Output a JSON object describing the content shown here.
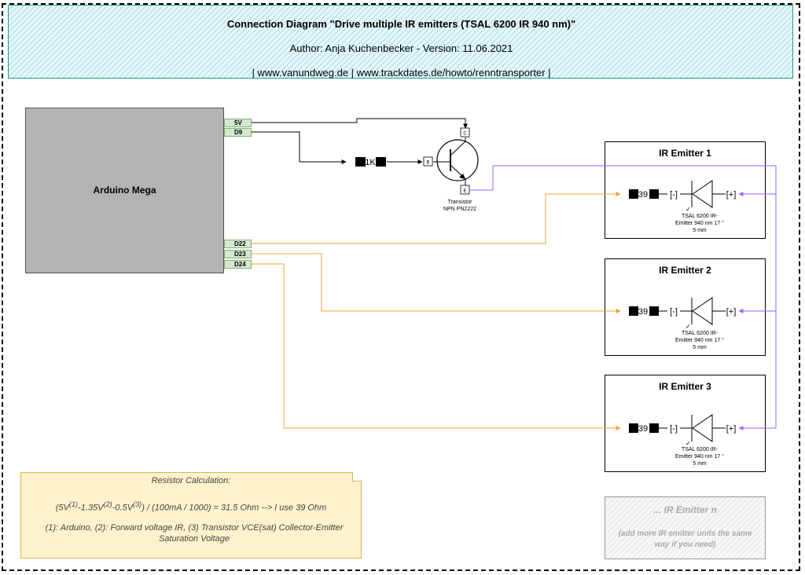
{
  "header": {
    "title": "Connection Diagram \"Drive multiple IR emitters (TSAL 6200 IR 940 nm)\"",
    "author": "Author: Anja Kuchenbecker - Version: 11.06.2021",
    "links": "| www.vanundweg.de | www.trackdates.de/howto/renntransporter |"
  },
  "arduino": {
    "label": "Arduino Mega",
    "pins": {
      "p5v": "5V",
      "d9": "D9",
      "d22": "D22",
      "d23": "D23",
      "d24": "D24"
    }
  },
  "transistor": {
    "collector": "C",
    "base": "B",
    "emitter": "E",
    "caption": [
      "Transistor",
      "NPN PN2222"
    ]
  },
  "base_resistor": {
    "label": "1K"
  },
  "emitters": [
    {
      "title": "IR Emitter 1",
      "resistor": "39",
      "minus": "[-]",
      "plus": "[+]",
      "caption": [
        "TSAL 6200 IR-",
        "Emitter 940 nm 17 °",
        "5 mm"
      ]
    },
    {
      "title": "IR Emitter 2",
      "resistor": "39",
      "minus": "[-]",
      "plus": "[+]",
      "caption": [
        "TSAL 6200 IR-",
        "Emitter 940 nm 17 °",
        "5 mm"
      ]
    },
    {
      "title": "IR Emitter 3",
      "resistor": "39",
      "minus": "[-]",
      "plus": "[+]",
      "caption": [
        "TSAL 6200 IR-",
        "Emitter 940 nm 17 °",
        "5 mm"
      ]
    }
  ],
  "emitter_n": {
    "title": "... IR Emitter n",
    "desc": "(add more IR emitter units the same way if you need)"
  },
  "note": {
    "title": "Resistor Calculation:",
    "formula": {
      "p1": "(5V",
      "s1": "(1)",
      "p2": "-1.35V",
      "s2": "(2)",
      "p3": "-0.5V",
      "s3": "(3)",
      "p4": ") / (100mA / 1000) = 31.5 Ohm --> I use 39 Ohm"
    },
    "footnote": "(1): Arduino, (2): Forward voltage IR, (3) Transistor VCE(sat) Collector-Emitter Saturation Voltage"
  },
  "colors": {
    "wire_black": "#000000",
    "wire_orange": "#f0a030",
    "wire_purple": "#9966ff",
    "arduino_fill": "#b3b3b3",
    "pin_fill": "#d5e8d4",
    "note_fill": "#fff2cc"
  }
}
